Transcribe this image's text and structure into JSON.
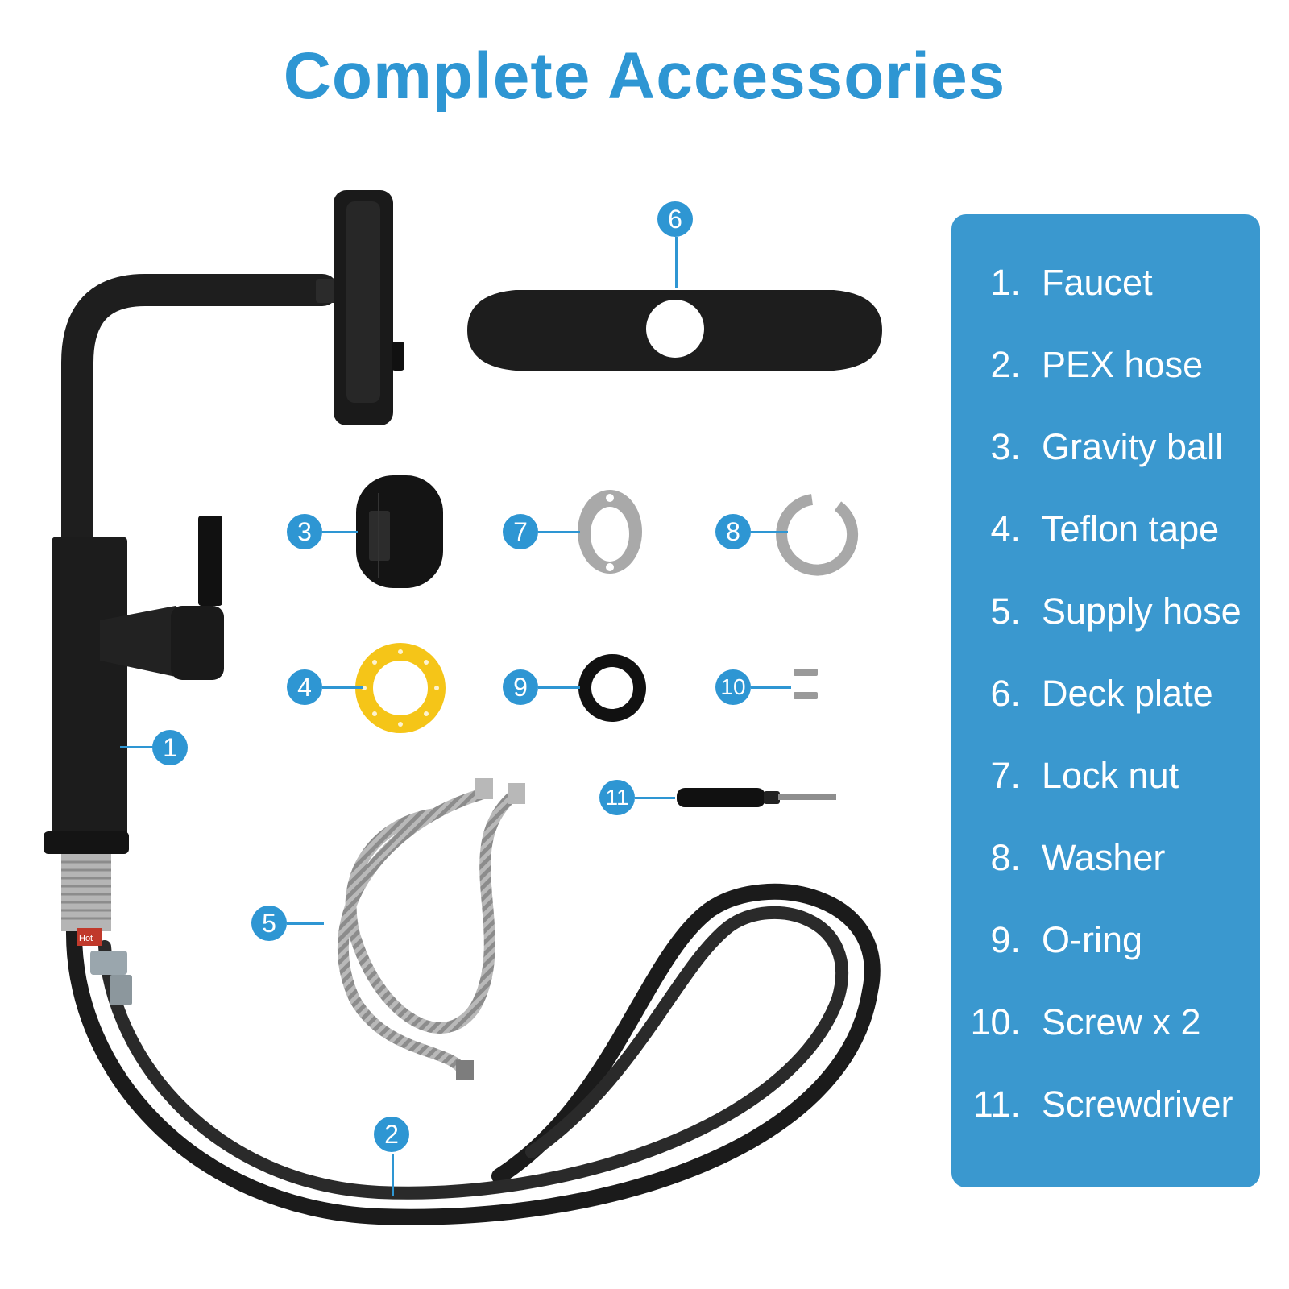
{
  "title": "Complete Accessories",
  "colors": {
    "accent": "#2E96D3",
    "legend_bg": "#3A98CF",
    "text_on_accent": "#FFFFFF",
    "product_black": "#1E1E1E",
    "steel": "#A8A8A8",
    "tape_yellow": "#F5C518"
  },
  "callouts": [
    "1",
    "2",
    "3",
    "4",
    "5",
    "6",
    "7",
    "8",
    "9",
    "10",
    "11"
  ],
  "legend": [
    {
      "num": "1.",
      "label": "Faucet"
    },
    {
      "num": "2.",
      "label": "PEX hose"
    },
    {
      "num": "3.",
      "label": "Gravity ball"
    },
    {
      "num": "4.",
      "label": "Teflon tape"
    },
    {
      "num": "5.",
      "label": "Supply hose"
    },
    {
      "num": "6.",
      "label": "Deck plate"
    },
    {
      "num": "7.",
      "label": "Lock nut"
    },
    {
      "num": "8.",
      "label": "Washer"
    },
    {
      "num": "9.",
      "label": "O-ring"
    },
    {
      "num": "10.",
      "label": "Screw x 2"
    },
    {
      "num": "11.",
      "label": "Screwdriver"
    }
  ],
  "hose_tag": "Hot"
}
